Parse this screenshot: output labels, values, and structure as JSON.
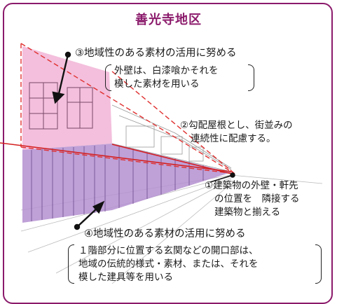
{
  "title": "善光寺地区",
  "callouts": {
    "c3": {
      "heading": "③地域性のある素材の活用に努める",
      "lines": [
        "外壁は、白漆喰かそれを",
        "模した素材を用いる"
      ]
    },
    "c2": {
      "lines": [
        "②勾配屋根とし、街並みの",
        "連続性に配慮する。"
      ]
    },
    "c1": {
      "lines": [
        "①建築物の外壁・軒先",
        "の位置を　隣接する",
        "建築物と揃える"
      ]
    },
    "c4": {
      "heading": "④地域性のある素材の活用に努める",
      "lines": [
        "１階部分に位置する玄関などの開口部は、",
        "地域の伝統的様式・素材、または、それを",
        "模した建具等を用いる"
      ]
    }
  },
  "colors": {
    "frame": "#8b1a6b",
    "upper_wall": "#f2b8d8",
    "lower_wall": "#b48fd0",
    "guide_dashed": "#e03030",
    "guide_solid": "#d42020"
  }
}
